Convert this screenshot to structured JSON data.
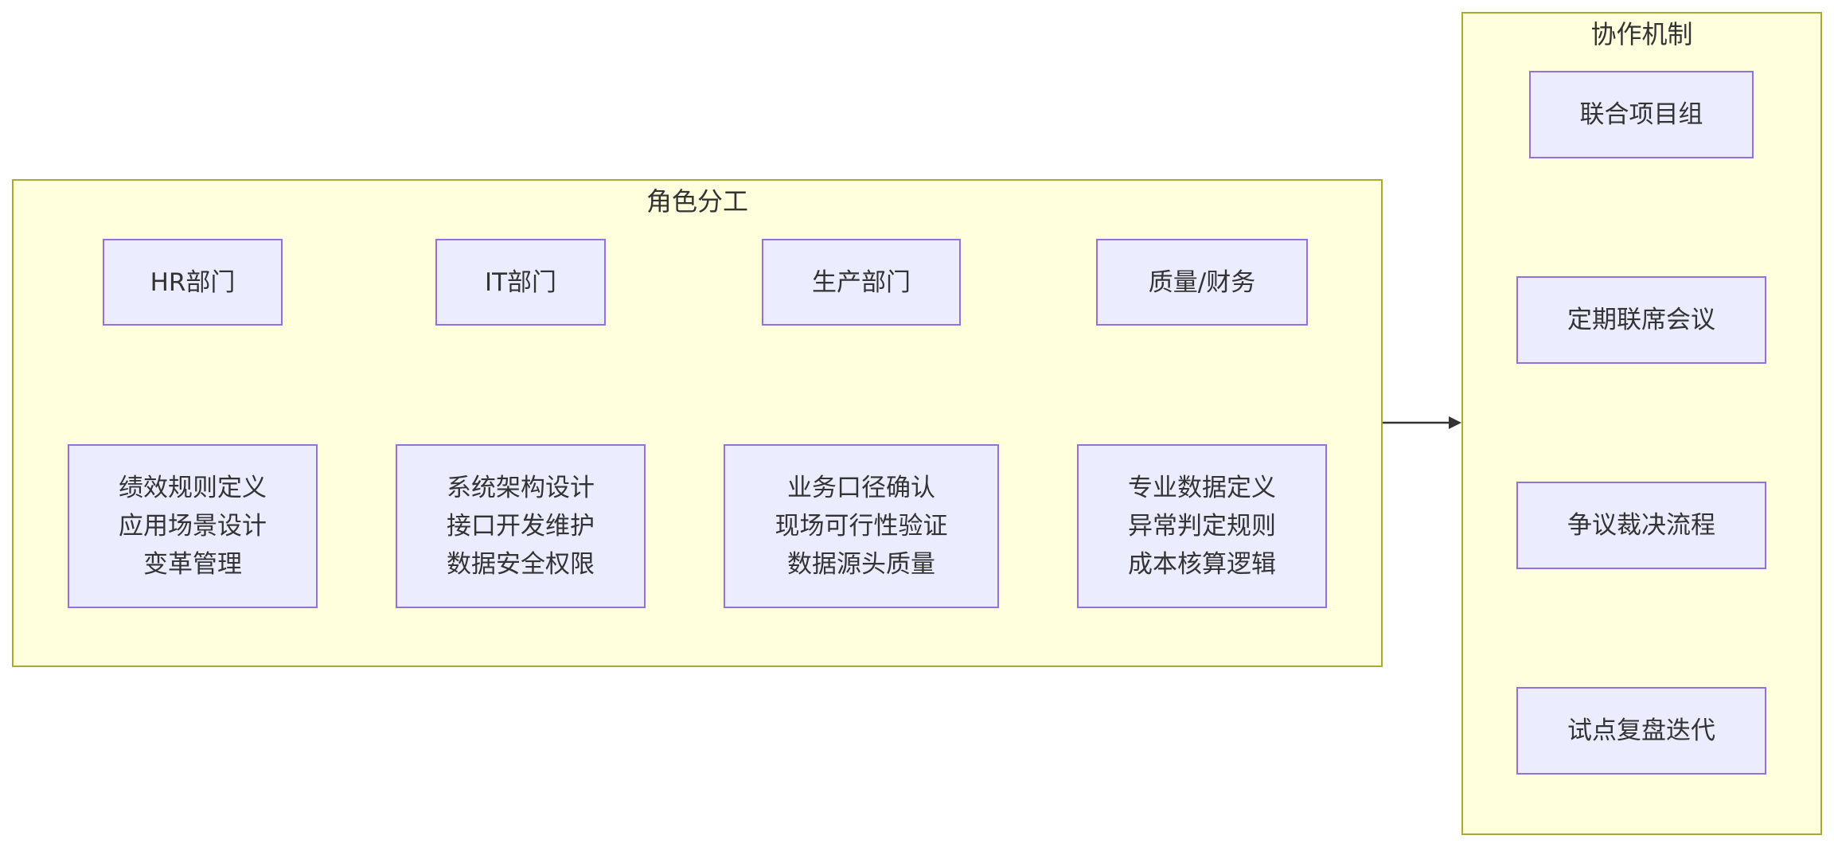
{
  "roles_cluster": {
    "title": "角色分工",
    "departments": [
      {
        "name": "HR部门",
        "duties": "绩效规则定义\n应用场景设计\n变革管理"
      },
      {
        "name": "IT部门",
        "duties": "系统架构设计\n接口开发维护\n数据安全权限"
      },
      {
        "name": "生产部门",
        "duties": "业务口径确认\n现场可行性验证\n数据源头质量"
      },
      {
        "name": "质量/财务",
        "duties": "专业数据定义\n异常判定规则\n成本核算逻辑"
      }
    ]
  },
  "collab_cluster": {
    "title": "协作机制",
    "steps": [
      "联合项目组",
      "定期联席会议",
      "争议裁决流程",
      "试点复盘迭代"
    ]
  },
  "colors": {
    "cluster_fill": "#ffffde",
    "cluster_border": "#aaaa33",
    "node_fill": "#ececff",
    "node_border": "#9370db",
    "edge": "#333333"
  }
}
